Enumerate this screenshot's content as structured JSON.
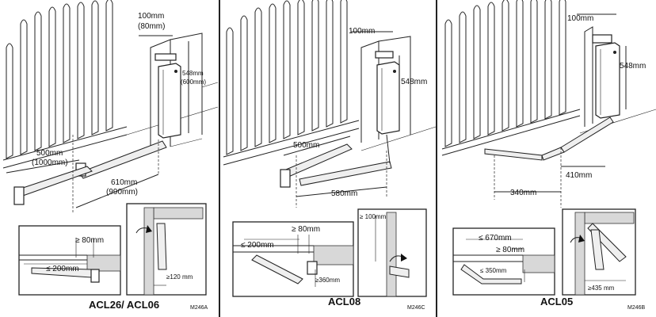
{
  "panels": [
    {
      "title": "ACL26/ ACL06",
      "code": "M246A",
      "dims": {
        "top": "100mm",
        "top_alt": "(80mm)",
        "height": "548mm",
        "height_alt": "(600mm)",
        "left": "500mm",
        "left_alt": "(1000mm)",
        "run": "610mm",
        "run_alt": "(990mm)"
      },
      "inset_left": {
        "min_gap": "≥ 80mm",
        "max_offset": "≤ 200mm"
      },
      "inset_right": {
        "clearance": "≥120 mm"
      }
    },
    {
      "title": "ACL08",
      "code": "M246C",
      "dims": {
        "top": "100mm",
        "height": "548mm",
        "left": "500mm",
        "run": "580mm"
      },
      "inset_left": {
        "min_gap": "≥ 80mm",
        "max_offset": "≤ 200mm",
        "clearance": "≥360mm"
      },
      "inset_right": {
        "clearance": "≥ 100mm"
      }
    },
    {
      "title": "ACL05",
      "code": "M246B",
      "dims": {
        "top": "100mm",
        "height": "548mm",
        "left": "340mm",
        "run": "410mm"
      },
      "inset_left": {
        "max_length": "≤ 670mm",
        "min_gap": "≥ 80mm",
        "max_offset": "≤ 350mm"
      },
      "inset_right": {
        "clearance": "≥435 mm"
      }
    }
  ]
}
